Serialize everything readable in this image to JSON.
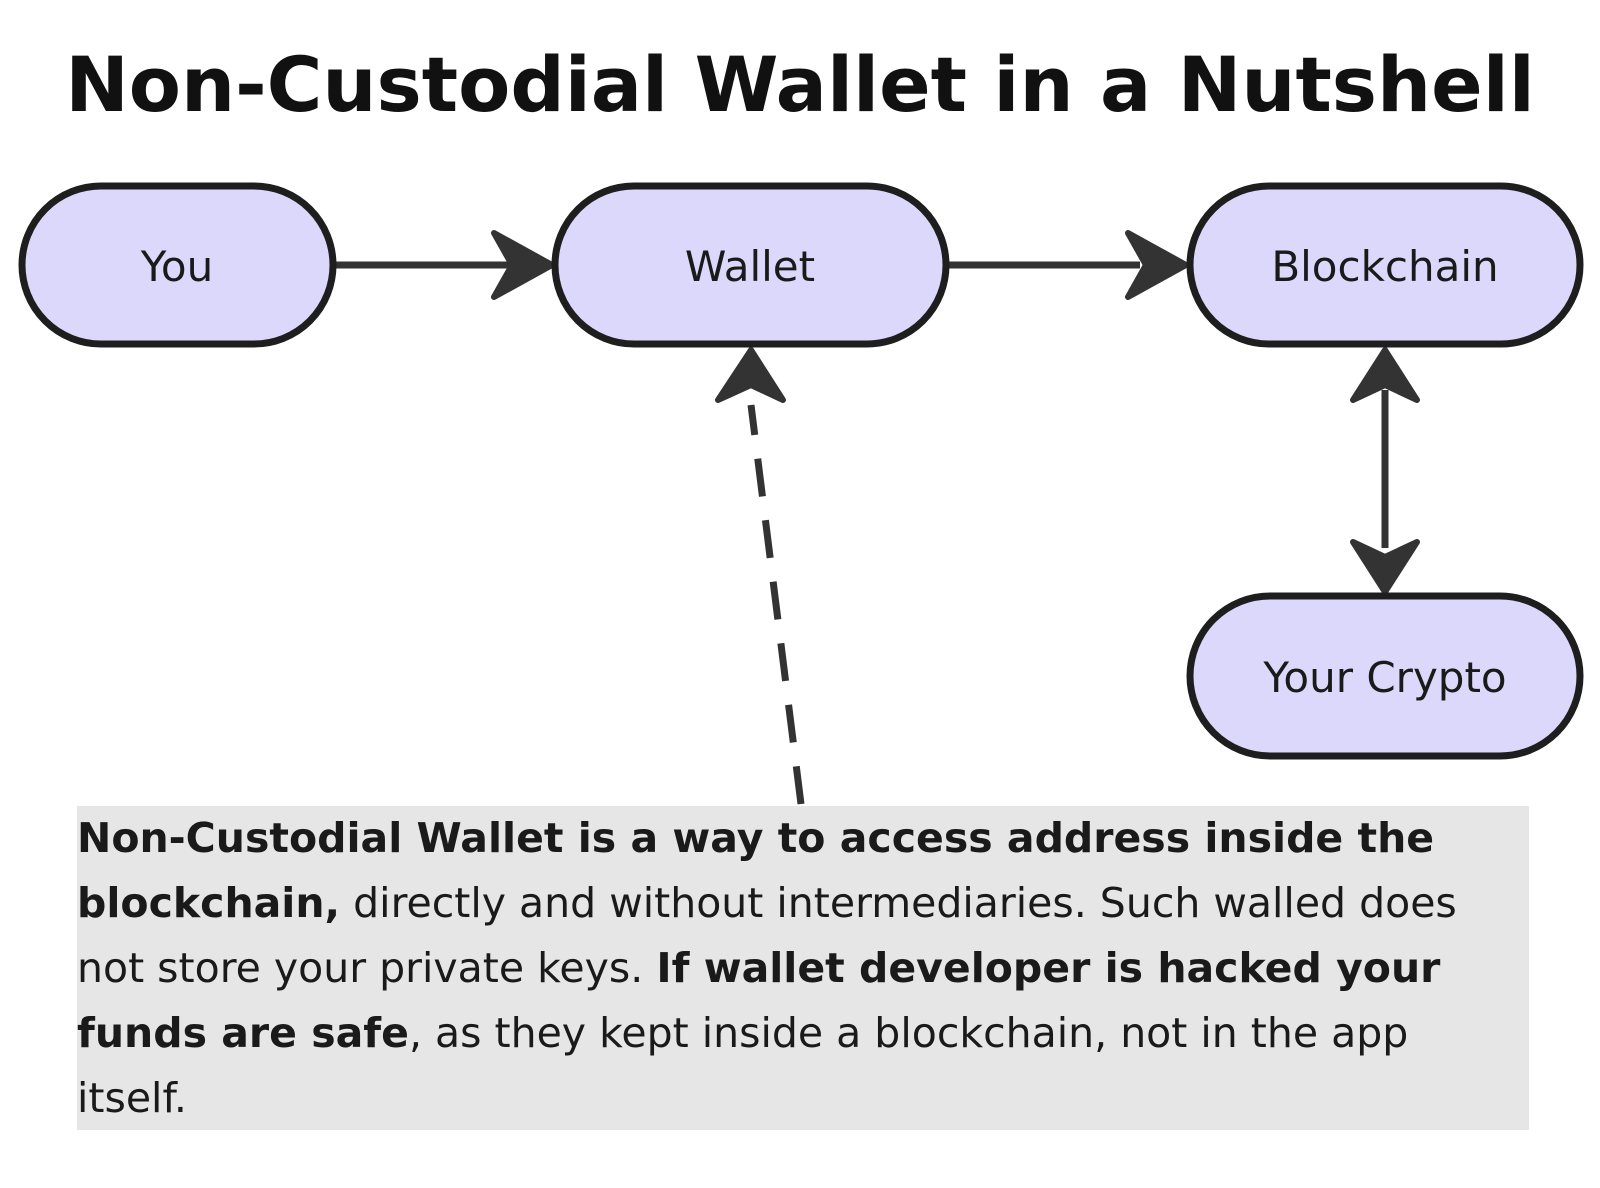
{
  "title": "Non-Custodial Wallet in a Nutshell",
  "nodes": {
    "you": "You",
    "wallet": "Wallet",
    "blockchain": "Blockchain",
    "your_crypto": "Your Crypto"
  },
  "colors": {
    "node_fill": "#dcd8fb",
    "node_stroke": "#1e1e1e",
    "edge": "#333333",
    "note_background": "#e6e6e6"
  },
  "edges": [
    {
      "from": "You",
      "to": "Wallet",
      "style": "solid",
      "arrow": "forward"
    },
    {
      "from": "Wallet",
      "to": "Blockchain",
      "style": "solid",
      "arrow": "forward"
    },
    {
      "from": "Blockchain",
      "to": "Your Crypto",
      "style": "solid",
      "arrow": "both"
    },
    {
      "from": "note",
      "to": "Wallet",
      "style": "dashed",
      "arrow": "forward"
    }
  ],
  "note": {
    "bold_1": "Non-Custodial Wallet is a way to access address inside the blockchain,",
    "text_1": " directly and without intermediaries. Such walled does not store your private keys. ",
    "bold_2": "If wallet developer is hacked your funds are safe",
    "text_2": ", as they kept inside a blockchain, not in the app itself."
  }
}
